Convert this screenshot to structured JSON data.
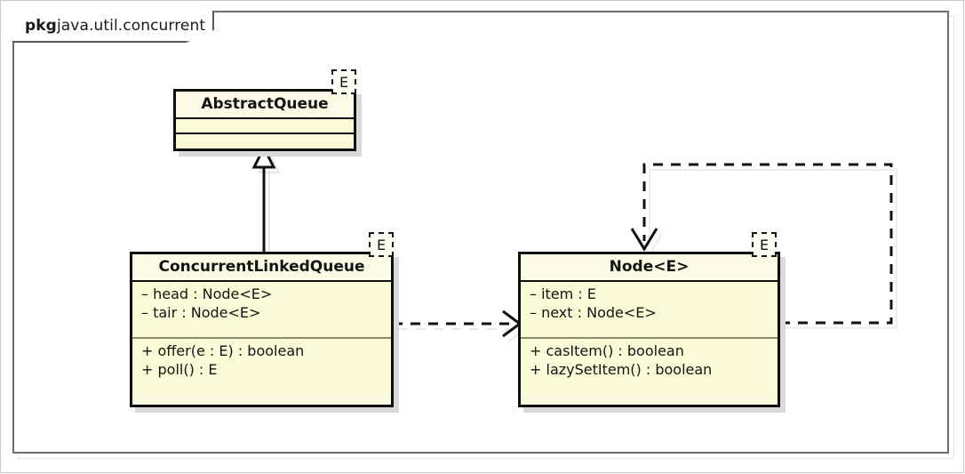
{
  "diagram": {
    "kind": "uml-class-diagram",
    "package": {
      "keyword": "pkg",
      "name": "java.util.concurrent"
    },
    "colors": {
      "class_fill": "#fbfbe0",
      "class_border": "#0d0d0d",
      "frame_border": "#6e6e6e",
      "shadow": "#d9d9d9"
    },
    "classes": [
      {
        "id": "abstract-queue",
        "name": "AbstractQueue",
        "type_parameter": "E",
        "attributes": [],
        "operations": []
      },
      {
        "id": "concurrent-linked-queue",
        "name": "ConcurrentLinkedQueue",
        "type_parameter": "E",
        "attributes": [
          "– head : Node<E>",
          "– tair : Node<E>"
        ],
        "operations": [
          "+ offer(e : E) : boolean",
          "+ poll() : E"
        ]
      },
      {
        "id": "node",
        "name": "Node",
        "name_generic": "<E>",
        "type_parameter": "E",
        "attributes": [
          "– item : E",
          "– next : Node<E>"
        ],
        "operations": [
          "+ casItem() : boolean",
          "+ lazySetItem() : boolean"
        ]
      }
    ],
    "relationships": [
      {
        "id": "generalization",
        "kind": "generalization",
        "style": "solid-line-hollow-triangle",
        "from": "ConcurrentLinkedQueue",
        "to": "AbstractQueue"
      },
      {
        "id": "dependency",
        "kind": "dependency",
        "style": "dashed-line-open-arrow",
        "from": "ConcurrentLinkedQueue",
        "to": "Node"
      },
      {
        "id": "self-dependency",
        "kind": "dependency",
        "style": "dashed-line-open-arrow",
        "from": "Node",
        "to": "Node"
      }
    ]
  }
}
